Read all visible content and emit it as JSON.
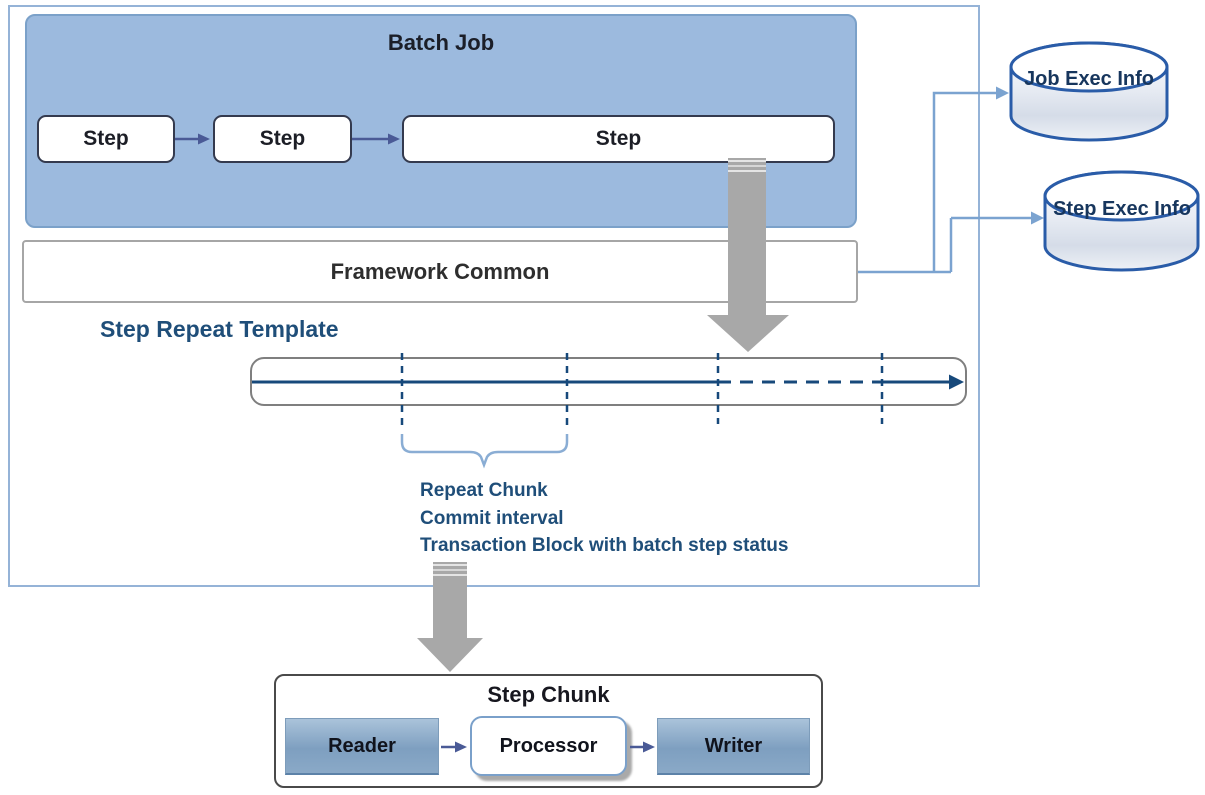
{
  "diagram": {
    "batch_job": {
      "title": "Batch Job",
      "steps": [
        "Step",
        "Step",
        "Step"
      ]
    },
    "framework_common": {
      "label": "Framework Common"
    },
    "step_repeat_template": {
      "label": "Step Repeat Template",
      "annotations": [
        "Repeat Chunk",
        "Commit interval",
        "Transaction Block with batch step status"
      ]
    },
    "step_chunk": {
      "title": "Step Chunk",
      "components": [
        "Reader",
        "Processor",
        "Writer"
      ]
    },
    "databases": [
      {
        "label": "Job Exec Info"
      },
      {
        "label": "Step Exec Info"
      }
    ]
  },
  "colors": {
    "outer_border": "#95b3d7",
    "batch_job_fill": "#9cbade",
    "batch_job_border": "#7ba1c9",
    "navy_text": "#1f4e79",
    "timeline_line": "#17497b",
    "connector_blue": "#7ba3d0",
    "gray_arrow": "#a8a8a8",
    "step_arrow": "#4a5a96",
    "db_border": "#2a5ca8",
    "component_fill_top": "#aac3da",
    "component_fill_bottom": "#8aa9c7"
  }
}
